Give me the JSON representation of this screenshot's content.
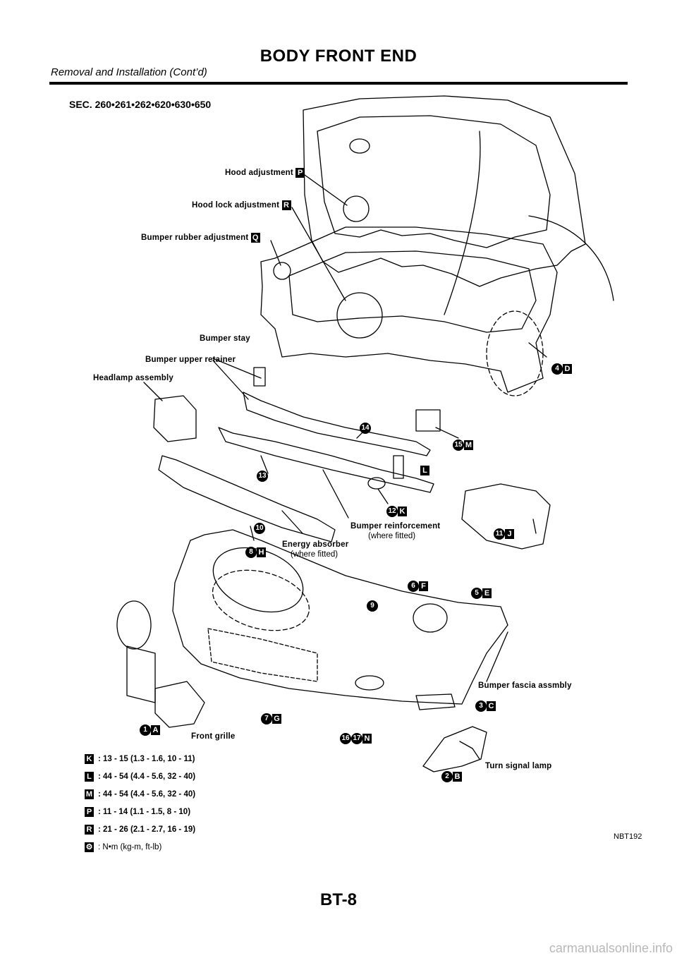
{
  "header": {
    "title": "BODY FRONT END",
    "subtitle": "Removal and Installation (Cont’d)"
  },
  "figure": {
    "section_code": "SEC. 260•261•262•620•630•650",
    "labels": {
      "hood_adjustment": "Hood adjustment",
      "hood_lock_adjustment": "Hood lock adjustment",
      "bumper_rubber_adjustment": "Bumper rubber adjustment",
      "bumper_stay": "Bumper stay",
      "bumper_upper_retainer": "Bumper upper retainer",
      "headlamp_assembly": "Headlamp assembly",
      "bumper_reinforcement": "Bumper reinforcement",
      "where_fitted_1": "(where fitted)",
      "energy_absorber": "Energy absorber",
      "where_fitted_2": "(where fitted)",
      "bumper_fascia": "Bumper fascia assmbly",
      "front_grille": "Front grille",
      "turn_signal_lamp": "Turn signal lamp"
    },
    "letter_codes": {
      "hood_adjustment": "P",
      "hood_lock_adjustment": "R",
      "bumper_rubber_adjustment": "Q"
    },
    "callouts": {
      "c1": {
        "num": "1",
        "letter": "A"
      },
      "c2": {
        "num": "2",
        "letter": "B"
      },
      "c3": {
        "num": "3",
        "letter": "C"
      },
      "c4": {
        "num": "4",
        "letter": "D"
      },
      "c5": {
        "num": "5",
        "letter": "E"
      },
      "c6": {
        "num": "6",
        "letter": "F"
      },
      "c7": {
        "num": "7",
        "letter": "G"
      },
      "c8": {
        "num": "8",
        "letter": "H"
      },
      "c9": {
        "num": "9"
      },
      "c10": {
        "num": "10"
      },
      "c11": {
        "num": "11",
        "letter": "J"
      },
      "c12": {
        "num": "12",
        "letter": "K"
      },
      "c13": {
        "num": "13"
      },
      "c14": {
        "num": "14"
      },
      "c15": {
        "num": "15",
        "letter": "M"
      },
      "c16": {
        "num": "16"
      },
      "c17": {
        "num": "17",
        "letter": "N"
      },
      "c_l": {
        "letter": "L"
      }
    },
    "torque_specs": [
      {
        "code": "K",
        "value": ": 13 - 15 (1.3 - 1.6, 10 - 11)"
      },
      {
        "code": "L",
        "value": ": 44 - 54 (4.4 - 5.6, 32 - 40)"
      },
      {
        "code": "M",
        "value": ": 44 - 54 (4.4 - 5.6, 32 - 40)"
      },
      {
        "code": "P",
        "value": ": 11 - 14 (1.1 - 1.5, 8 - 10)"
      },
      {
        "code": "R",
        "value": ": 21 - 26 (2.1 - 2.7, 16 - 19)"
      }
    ],
    "units_legend": ": N•m (kg-m, ft-lb)",
    "figure_id": "NBT192"
  },
  "footer": {
    "page_number": "BT-8",
    "url": "carmanualsonline.info"
  }
}
